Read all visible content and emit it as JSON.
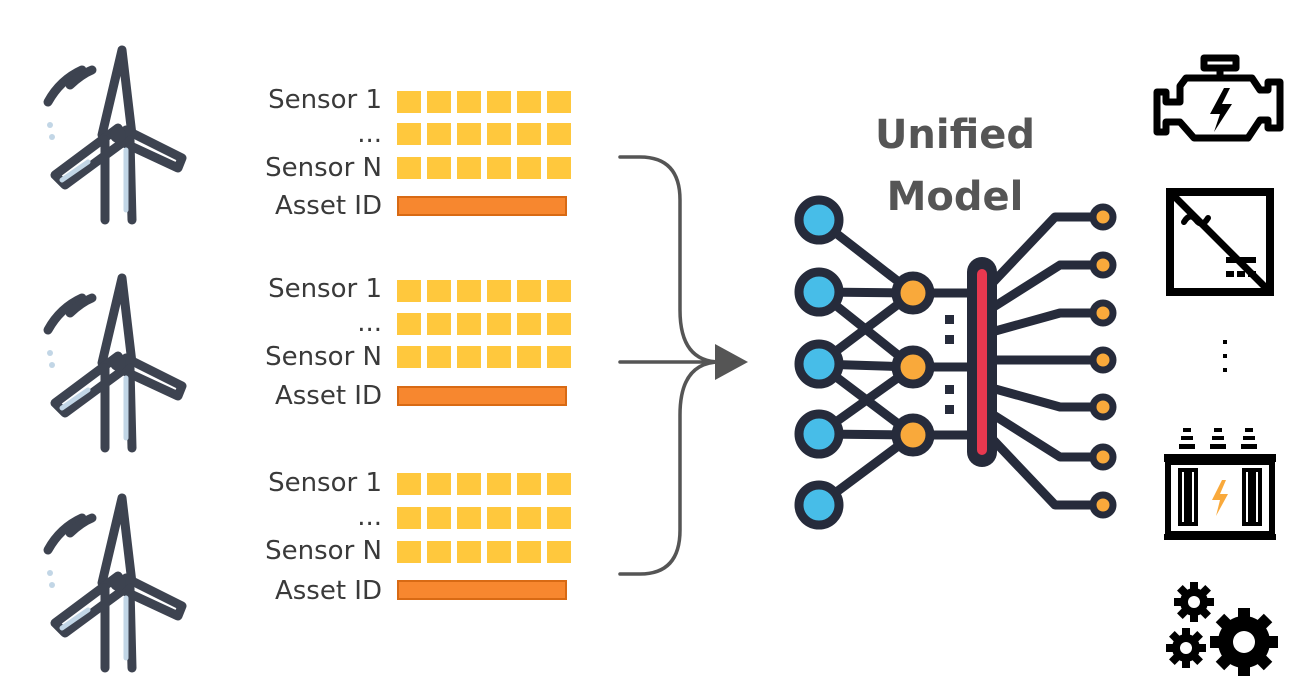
{
  "groups": [
    {
      "sensor_first": "Sensor 1",
      "ellipsis": "...",
      "sensor_last": "Sensor N",
      "asset": "Asset ID"
    },
    {
      "sensor_first": "Sensor 1",
      "ellipsis": "...",
      "sensor_last": "Sensor N",
      "asset": "Asset ID"
    },
    {
      "sensor_first": "Sensor 1",
      "ellipsis": "...",
      "sensor_last": "Sensor N",
      "asset": "Asset ID"
    }
  ],
  "model": {
    "line1": "Unified",
    "line2": "Model"
  },
  "icons": [
    "wind-turbine-icon",
    "engine-icon",
    "inverter-icon",
    "vertical-ellipsis-icon",
    "transformer-icon",
    "gears-icon"
  ],
  "colors": {
    "cell": "#ffc83d",
    "asset_bar": "#f7872f",
    "node_blue": "#47bde8",
    "node_orange": "#f9a93b",
    "accent_red": "#e8384f",
    "stroke": "#262b3b"
  }
}
